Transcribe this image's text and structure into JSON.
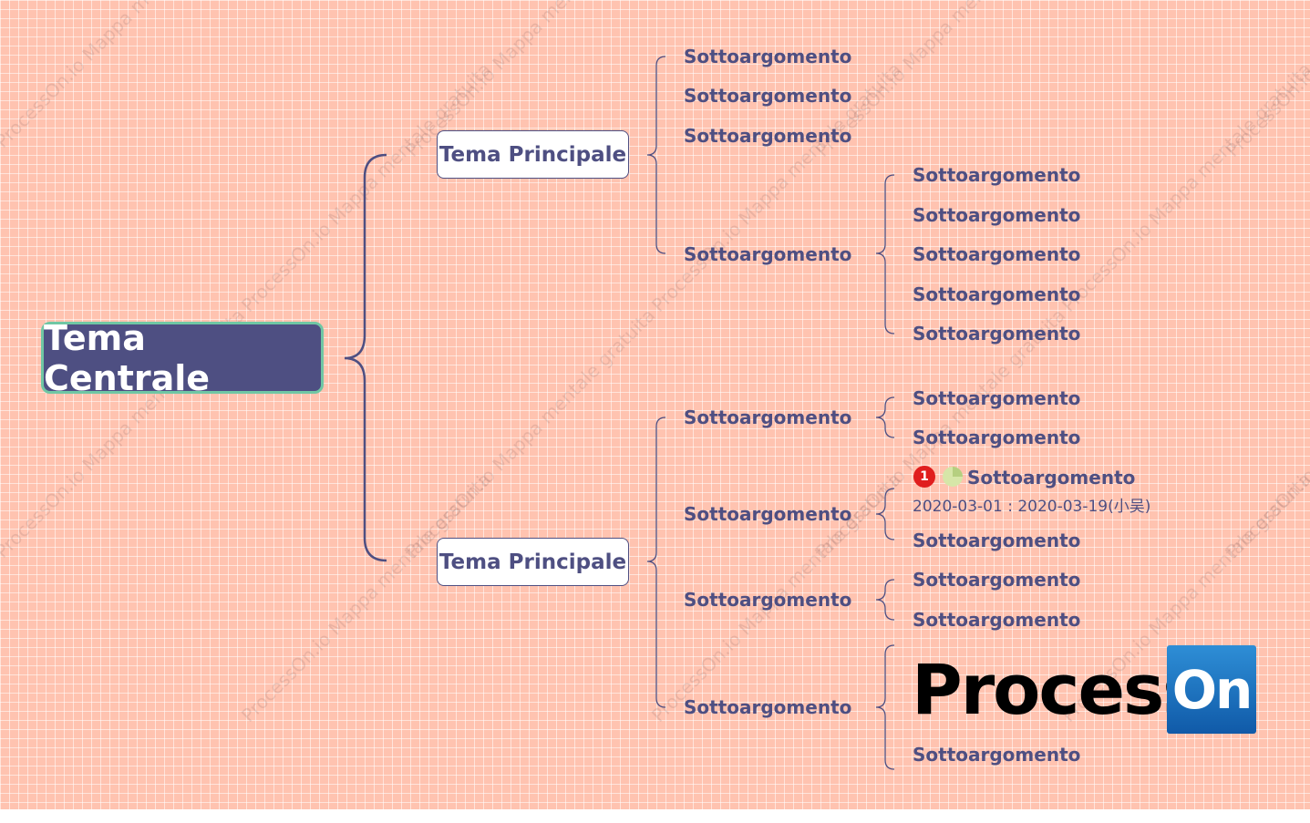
{
  "central_topic": "Tema Centrale",
  "main_topics": [
    "Tema Principale",
    "Tema Principale"
  ],
  "subtopic_label": "Sottoargomento",
  "task": {
    "priority": "1",
    "dates": "2020-03-01 : 2020-03-19(小吴)"
  },
  "watermark": "ProcessOn.io Mappa mentale gratuita",
  "logo": {
    "word": "Process",
    "box": "On"
  },
  "colors": {
    "background": "#ffc3b0",
    "node": "#4e4f82",
    "central_border": "#6fc7a4",
    "priority": "#e01e1e",
    "logo_blue": "#1a70c0"
  }
}
